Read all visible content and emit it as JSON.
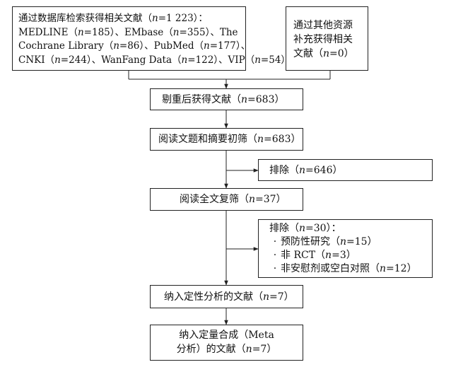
{
  "boxes": {
    "database_search": {
      "lines": [
        "通过数据库检索获得相关文献（n=1 223）：",
        "MEDLINE（n=185）、EMbase（n=355）、The",
        "Cochrane Library（n=86）、PubMed（n=177）、",
        "CNKI（n=244）、WanFang Data（n=122）、VIP（n=54）"
      ]
    },
    "other_sources": {
      "lines": [
        "通过其他资源",
        "补充获得相关",
        "文献（n=0）"
      ]
    },
    "after_dedup": {
      "text": "剔重后获得文献（n=683）"
    },
    "title_abstract_screen": {
      "text": "阅读文题和摘要初筛（n=683）"
    },
    "excluded_1": {
      "text": "排除（n=646）"
    },
    "fulltext_screen": {
      "text": "阅读全文复筛（n=37）"
    },
    "excluded_2": {
      "title": "排除（n=30）：",
      "items": [
        "预防性研究（n=15）",
        "非 RCT（n=3）",
        "非安慰剂或空白对照（n=12）"
      ],
      "bullet": "·"
    },
    "qualitative": {
      "text": "纳入定性分析的文献（n=7）"
    },
    "quantitative": {
      "lines": [
        "纳入定量合成（Meta",
        "分析）的文献（n=7）"
      ]
    }
  }
}
